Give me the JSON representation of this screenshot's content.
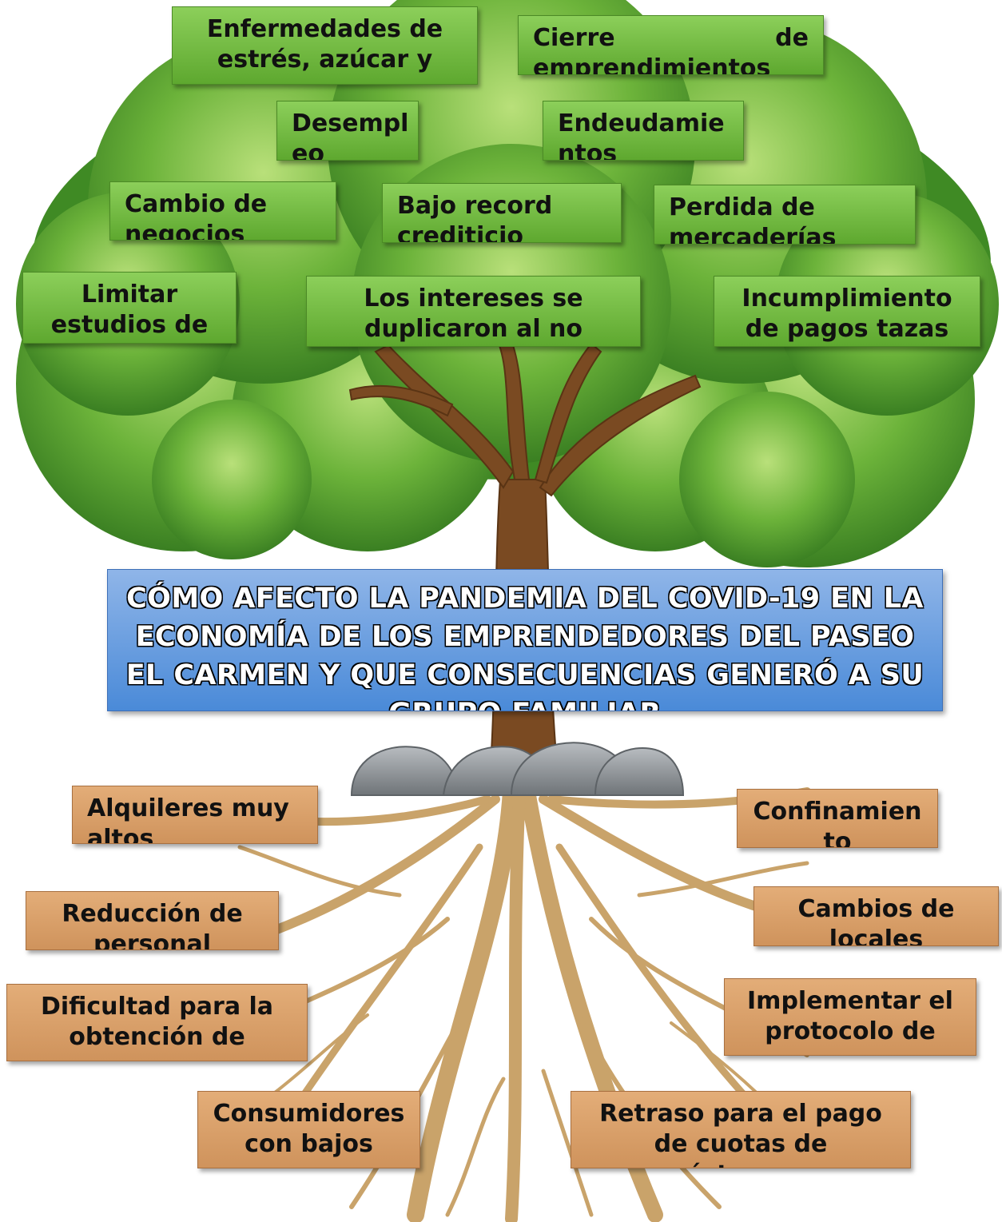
{
  "title": "CÓMO AFECTO LA PANDEMIA DEL COVID-19 EN LA ECONOMÍA DE LOS EMPRENDEDORES DEL PASEO EL CARMEN Y QUE CONSECUENCIAS GENERÓ A SU GRUPO FAMILIAR",
  "effects": [
    "Enfermedades de estrés, azúcar y",
    "Cierre de emprendimientos",
    "Desempl eo",
    "Endeudamie ntos",
    "Cambio de negocios",
    "Bajo record crediticio",
    "Perdida de mercaderías",
    "Limitar estudios de",
    "Los intereses se duplicaron al no pagar",
    "Incumplimiento de pagos tazas"
  ],
  "causes": [
    "Alquileres muy altos",
    "Confinamien to",
    "Reducción de personal",
    "Cambios de locales",
    "Dificultad para la obtención de",
    "Implementar el protocolo de",
    "Consumidores con bajos",
    "Retraso para el pago de cuotas de préstamos y"
  ],
  "colors": {
    "effect_box": "#6fb93e",
    "cause_box": "#d9a06b",
    "title_box": "#5b95de",
    "foliage": "#4f9a2c",
    "trunk": "#7a4a22",
    "root": "#c9a36a",
    "rock": "#8a8f94"
  }
}
